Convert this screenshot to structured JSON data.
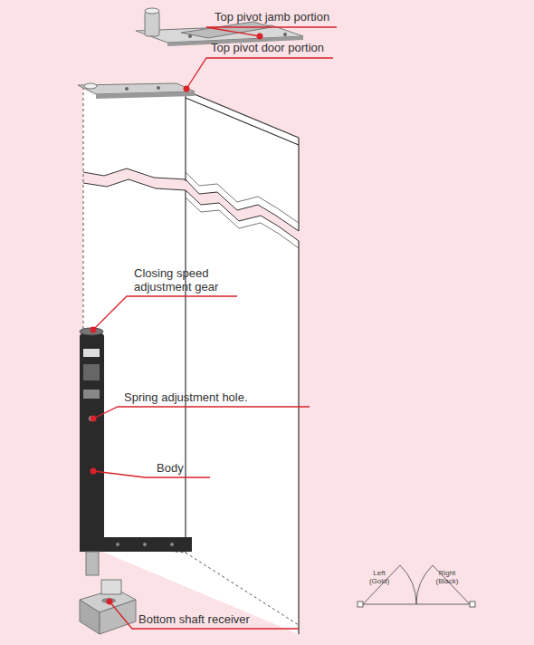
{
  "diagram": {
    "labels": [
      "Top pivot jamb portion",
      "Top pivot door portion",
      "Closing speed adjustment gear",
      "Spring adjustment hole.",
      "Body",
      "Bottom shaft receiver",
      "Left (Gold)",
      "Right (Black)"
    ]
  }
}
